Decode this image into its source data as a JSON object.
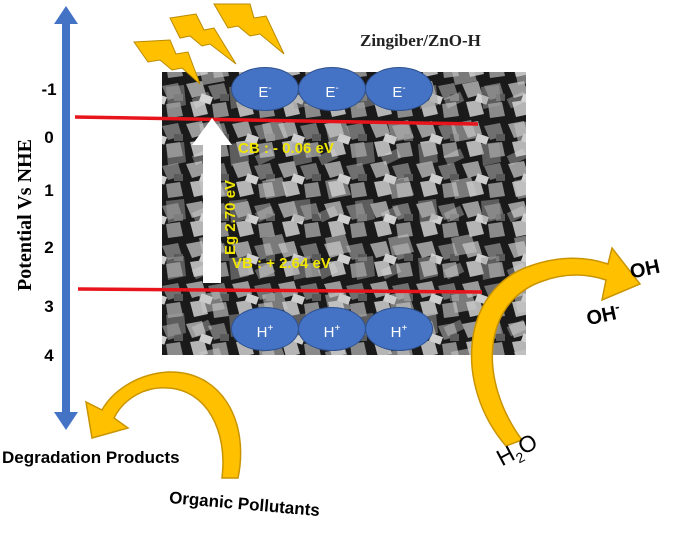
{
  "axis": {
    "label": "Potential Vs NHE",
    "ticks": [
      "-1",
      "0",
      "1",
      "2",
      "3",
      "4"
    ]
  },
  "title": "Zingiber/ZnO-H",
  "band_gap": {
    "label": "Eg 2.70 eV",
    "cb_label": "CB : - 0.06 eV",
    "vb_label": "VB : + 2.64 eV"
  },
  "electrons": [
    {
      "base": "E",
      "sup": "-"
    },
    {
      "base": "E",
      "sup": "-"
    },
    {
      "base": "E",
      "sup": "-"
    }
  ],
  "holes": [
    {
      "base": "H",
      "sup": "+"
    },
    {
      "base": "H",
      "sup": "+"
    },
    {
      "base": "H",
      "sup": "+"
    }
  ],
  "labels": {
    "degradation_products": "Degradation Products",
    "organic_pollutants": "Organic Pollutants",
    "oh_minus_base": "OH",
    "oh_minus_sup": "-",
    "oh_radical": "OH",
    "water_h": "H",
    "water_sub": "2",
    "water_o": "O"
  },
  "colors": {
    "axis_arrow": "#4472c4",
    "band_line": "#e8141b",
    "band_text": "#f0e600",
    "carrier_fill": "#4472c4",
    "curved_arrow": "#ffc000",
    "lightning": "#ffc000"
  },
  "icons": [
    "lightning-bolt-icon",
    "double-headed-arrow-icon",
    "up-arrow-icon",
    "curved-arrow-icon"
  ]
}
